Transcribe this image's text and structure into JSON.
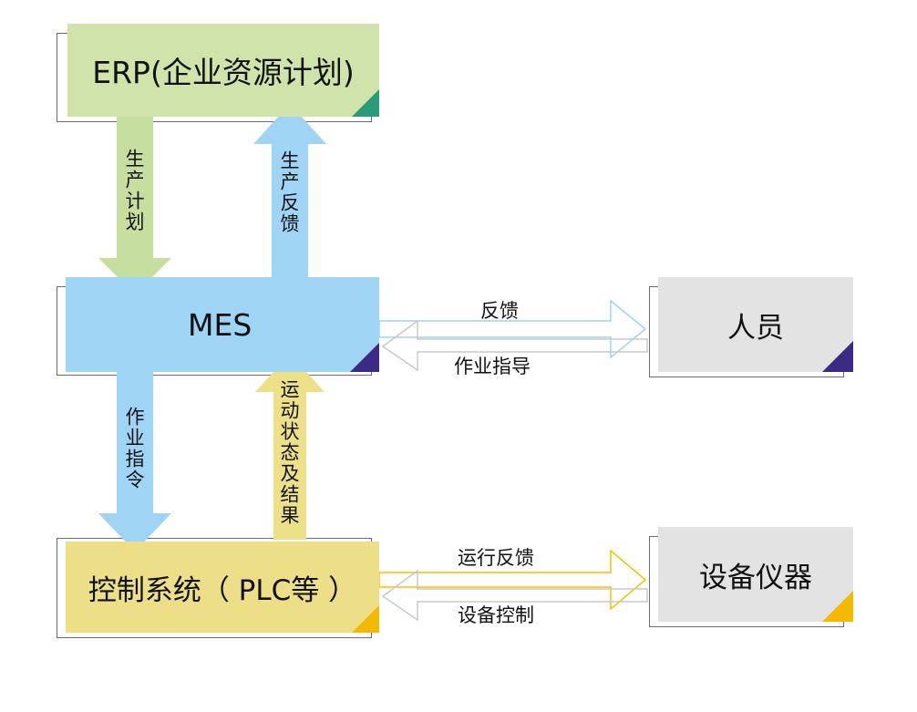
{
  "boxes": {
    "erp": {
      "label": "ERP(企业资源计划)",
      "fill": "#cfe3aa",
      "corner": "#2a9a7c"
    },
    "mes": {
      "label": "MES",
      "fill": "#9fd4f4",
      "corner": "#3c2a86"
    },
    "control": {
      "label": "控制系统（ PLC等 ）",
      "fill": "#ecdf88",
      "corner": "#f5b800"
    },
    "personnel": {
      "label": "人员",
      "fill": "#e3e3e3",
      "corner": "#3c2a86"
    },
    "equipment": {
      "label": "设备仪器",
      "fill": "#e3e3e3",
      "corner": "#f5b800"
    }
  },
  "arrows": {
    "production_plan": {
      "label": "生产计划",
      "color": "#c6df9f"
    },
    "production_feedback": {
      "label": "生产反馈",
      "color": "#9fd4f4"
    },
    "work_instruction": {
      "label": "作业指令",
      "color": "#9fd4f4"
    },
    "motion_status": {
      "label": "运动状态及结果",
      "color": "#ece088"
    },
    "feedback": {
      "label": "反馈",
      "color": "#9fd4f4"
    },
    "work_guidance": {
      "label": "作业指导",
      "color": "#c8c8c8"
    },
    "run_feedback": {
      "label": "运行反馈",
      "color": "#f2c200"
    },
    "device_control": {
      "label": "设备控制",
      "color": "#c8c8c8"
    }
  }
}
